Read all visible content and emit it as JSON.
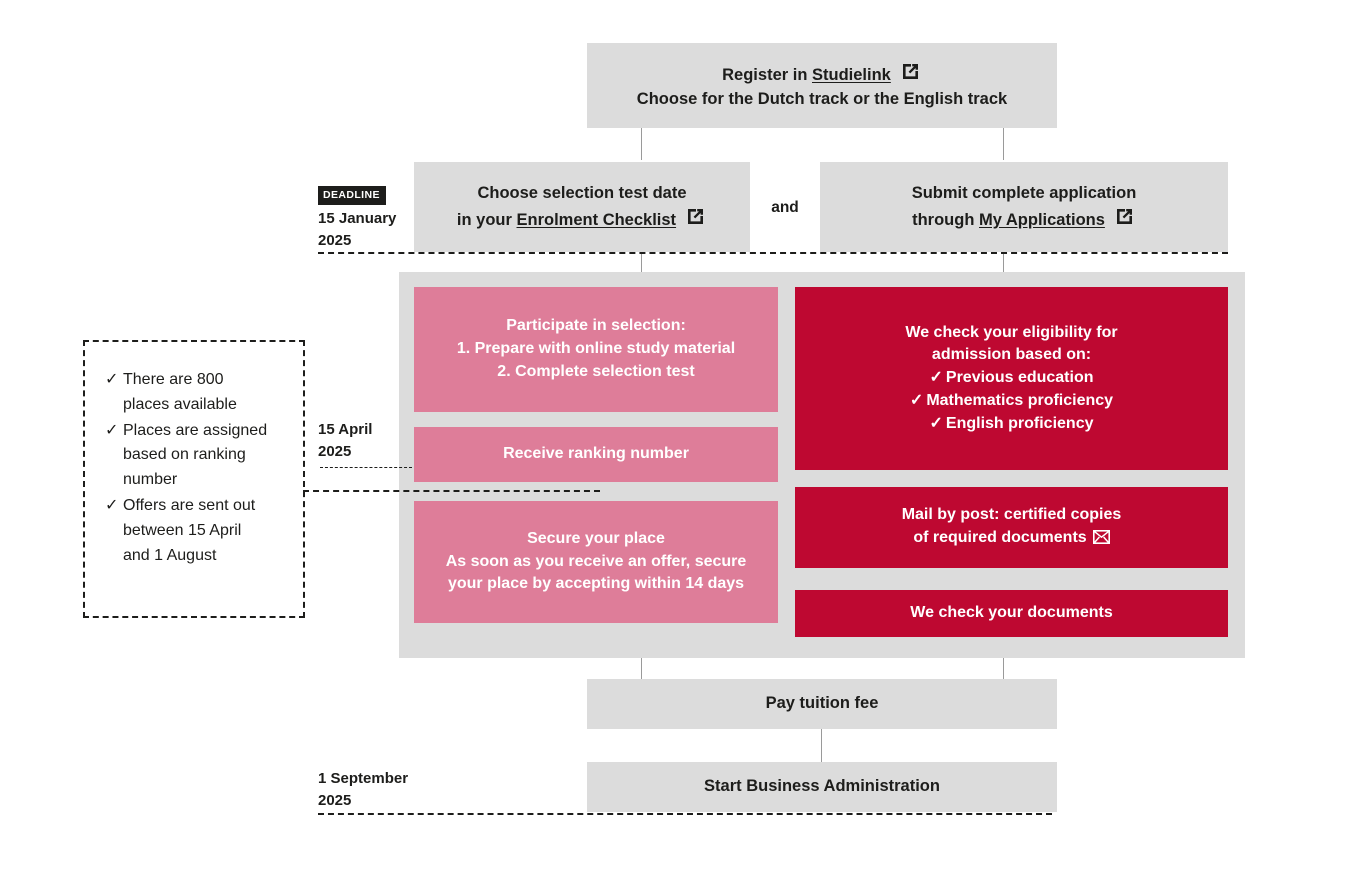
{
  "diagram": {
    "title": "Business Administration admission and selection procedure timeline",
    "colors": {
      "grey_box": "#dcdcdc",
      "pink_box": "#de7d99",
      "red_box": "#be0831",
      "text_dark": "#1d1d1b",
      "text_light": "#ffffff",
      "connector": "#9a9a9a"
    }
  },
  "steps": {
    "register": {
      "line1_prefix": "Register in ",
      "line1_link": "Studielink",
      "line2": "Choose for the Dutch track or the English track",
      "icon": "external-link-icon"
    },
    "selection_test": {
      "line1": "Choose selection test date",
      "line2_prefix": "in your ",
      "line2_link": "Enrolment Checklist",
      "icon": "external-link-icon"
    },
    "conjunction": "and",
    "submit_application": {
      "line1": "Submit complete application",
      "line2_prefix": "through ",
      "line2_link": "My Applications",
      "icon": "external-link-icon"
    },
    "participate": {
      "line1": "Participate in selection:",
      "line2": "1. Prepare with online study material",
      "line3": "2. Complete selection test"
    },
    "ranking": {
      "line1": "Receive ranking number"
    },
    "secure_place": {
      "line1": "Secure your place",
      "line2": "As soon as you receive an offer, secure",
      "line3": "your place by accepting within 14 days"
    },
    "eligibility": {
      "line1": "We check your eligibility for",
      "line2": "admission based on:",
      "bullets": [
        "Previous education",
        "Mathematics proficiency",
        "English proficiency"
      ]
    },
    "mail_documents": {
      "line1": "Mail by post: certified copies",
      "line2": "of required documents",
      "icon": "envelope-icon"
    },
    "check_documents": {
      "line1": "We check your documents"
    },
    "pay_tuition": {
      "line1": "Pay tuition fee"
    },
    "start_programme": {
      "line1": "Start Business Administration"
    }
  },
  "dates": {
    "deadline_badge": "DEADLINE",
    "deadline_jan_day": "15 January",
    "deadline_jan_year": "2025",
    "april_day": "15 April",
    "april_year": "2025",
    "september_day": "1 September",
    "september_year": "2025"
  },
  "note": {
    "tick": "✓",
    "items": [
      {
        "line1": "There are 800",
        "line2": "places available"
      },
      {
        "line1": "Places are assigned",
        "line2": "based on ranking",
        "line3": "number"
      },
      {
        "line1": "Offers are sent out",
        "line2": "between 15 April",
        "line3": "and 1 August"
      }
    ]
  }
}
